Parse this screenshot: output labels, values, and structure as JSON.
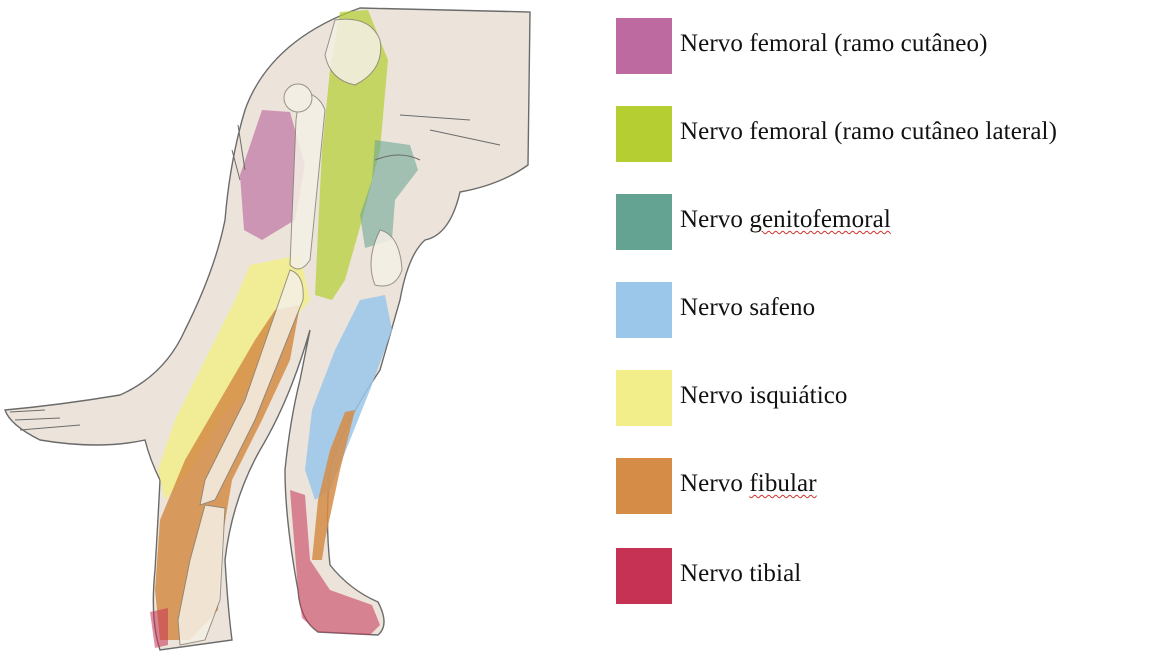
{
  "legend": [
    {
      "label": "Nervo femoral (ramo cutâneo)",
      "color": "#bd6aa0",
      "spellcheck": ""
    },
    {
      "label": "Nervo femoral (ramo cutâneo lateral)",
      "color": "#b5cf32",
      "spellcheck": ""
    },
    {
      "label": "Nervo",
      "color": "#64a392",
      "spellcheck": "genitofemoral"
    },
    {
      "label": "Nervo safeno",
      "color": "#9ac7ea",
      "spellcheck": ""
    },
    {
      "label": "Nervo isquiático",
      "color": "#f2ee8a",
      "spellcheck": ""
    },
    {
      "label": "Nervo",
      "color": "#d58c47",
      "spellcheck": "fibular"
    },
    {
      "label": "Nervo tibial",
      "color": "#c63253",
      "spellcheck": ""
    }
  ],
  "colors": {
    "skin": "#ece4da",
    "outline": "#6b6b6b",
    "bone": "#f5f0e6"
  },
  "icons": [
    "dog-hindlimb-illustration"
  ]
}
